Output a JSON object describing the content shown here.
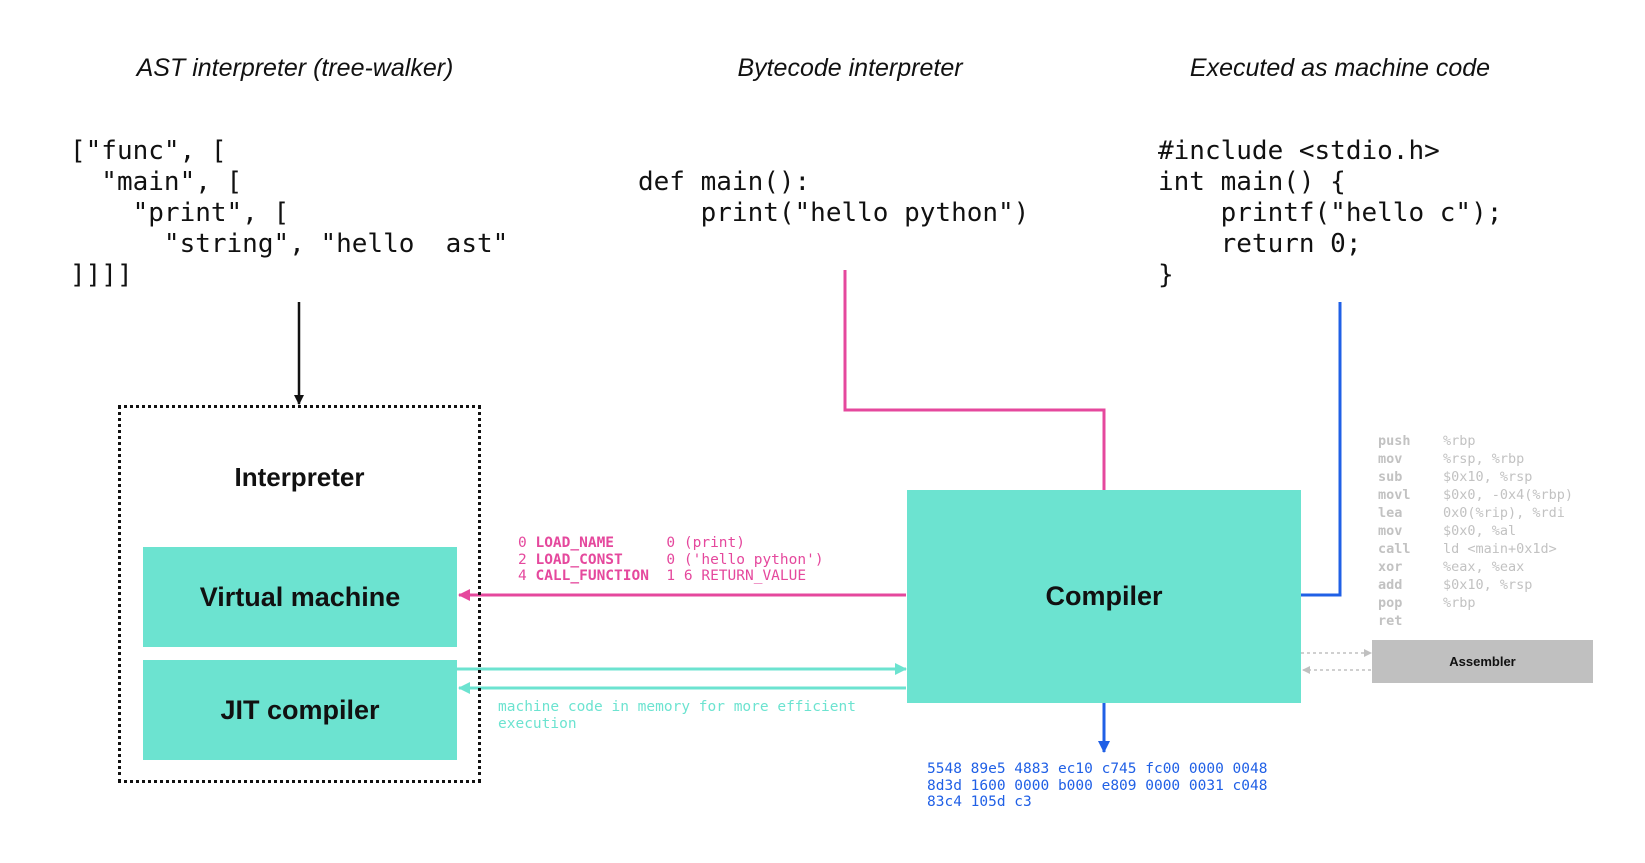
{
  "titles": {
    "ast": "AST interpreter (tree-walker)",
    "bytecode": "Bytecode interpreter",
    "machine": "Executed as machine code"
  },
  "code": {
    "ast": [
      "[\"func\", [",
      "  \"main\", [",
      "    \"print\", [",
      "      \"string\", \"hello  ast\"",
      "]]]]"
    ],
    "python": [
      "def main():",
      "    print(\"hello python\")"
    ],
    "c": [
      "#include <stdio.h>",
      "int main() {",
      "    printf(\"hello c\");",
      "    return 0;",
      "}"
    ]
  },
  "interpreter": {
    "label": "Interpreter",
    "vm_label": "Virtual machine",
    "jit_label": "JIT compiler"
  },
  "compiler_label": "Compiler",
  "bytecode_listing": [
    {
      "idx": "0",
      "op": "LOAD_NAME",
      "arg": "      0 (print)"
    },
    {
      "idx": "2",
      "op": "LOAD_CONST",
      "arg": "     0 ('hello python')"
    },
    {
      "idx": "4",
      "op": "CALL_FUNCTION",
      "arg": "  1 6 RETURN_VALUE"
    }
  ],
  "jit_note": [
    "machine code in memory for more efficient",
    "execution"
  ],
  "machine_code": [
    "5548 89e5 4883 ec10 c745 fc00 0000 0048",
    "8d3d 1600 0000 b000 e809 0000 0031 c048",
    "83c4 105d c3"
  ],
  "assembly": [
    {
      "op": "push",
      "args": "%rbp"
    },
    {
      "op": "mov",
      "args": "%rsp, %rbp"
    },
    {
      "op": "sub",
      "args": "$0x10, %rsp"
    },
    {
      "op": "movl",
      "args": "$0x0, -0x4(%rbp)"
    },
    {
      "op": "lea",
      "args": "0x0(%rip), %rdi"
    },
    {
      "op": "mov",
      "args": "$0x0, %al"
    },
    {
      "op": "call",
      "args": "ld <main+0x1d>"
    },
    {
      "op": "xor",
      "args": "%eax, %eax"
    },
    {
      "op": "add",
      "args": "$0x10, %rsp"
    },
    {
      "op": "pop",
      "args": "%rbp"
    },
    {
      "op": "ret",
      "args": ""
    }
  ],
  "assembler_label": "Assembler",
  "colors": {
    "teal": "#6ce3d0",
    "pink": "#e5489d",
    "blue": "#2060e6",
    "gray": "#c0c0c0"
  }
}
